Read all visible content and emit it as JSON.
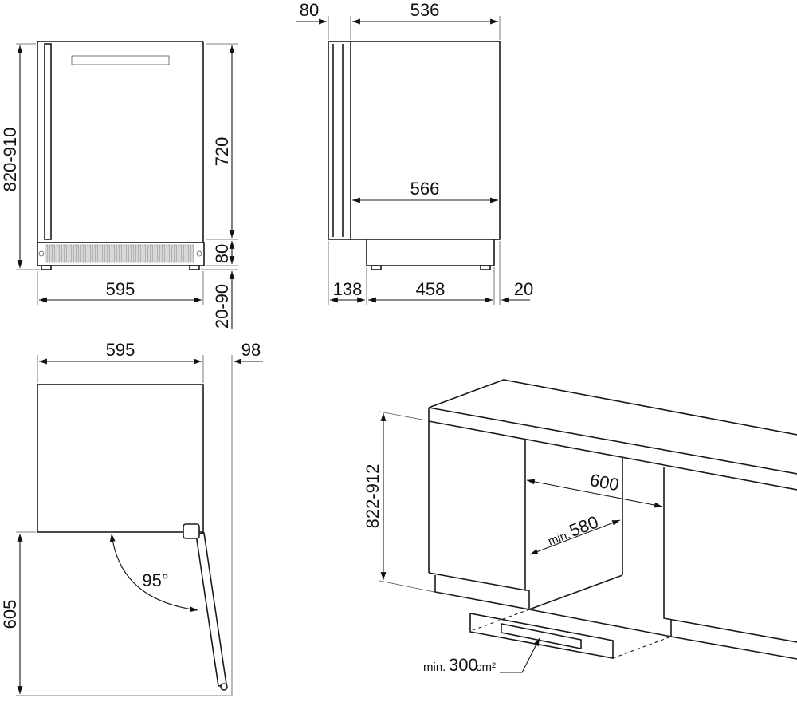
{
  "front_view": {
    "height_total": "820-910",
    "height_body": "720",
    "height_plinth": "80",
    "feet_adjust": "20-90",
    "width": "595"
  },
  "side_view": {
    "door_depth": "80",
    "body_depth": "536",
    "depth_total": "566",
    "plinth_offset": "138",
    "plinth_depth": "458",
    "rear_gap": "20"
  },
  "top_view": {
    "width": "595",
    "door_protrusion": "98",
    "door_swing_depth": "605",
    "opening_angle": "95°"
  },
  "installation": {
    "niche_height": "822-912",
    "niche_width": "600",
    "niche_depth_prefix": "min.",
    "niche_depth": "580",
    "vent_prefix": "min.",
    "vent_area": "300",
    "vent_unit": "cm²"
  }
}
